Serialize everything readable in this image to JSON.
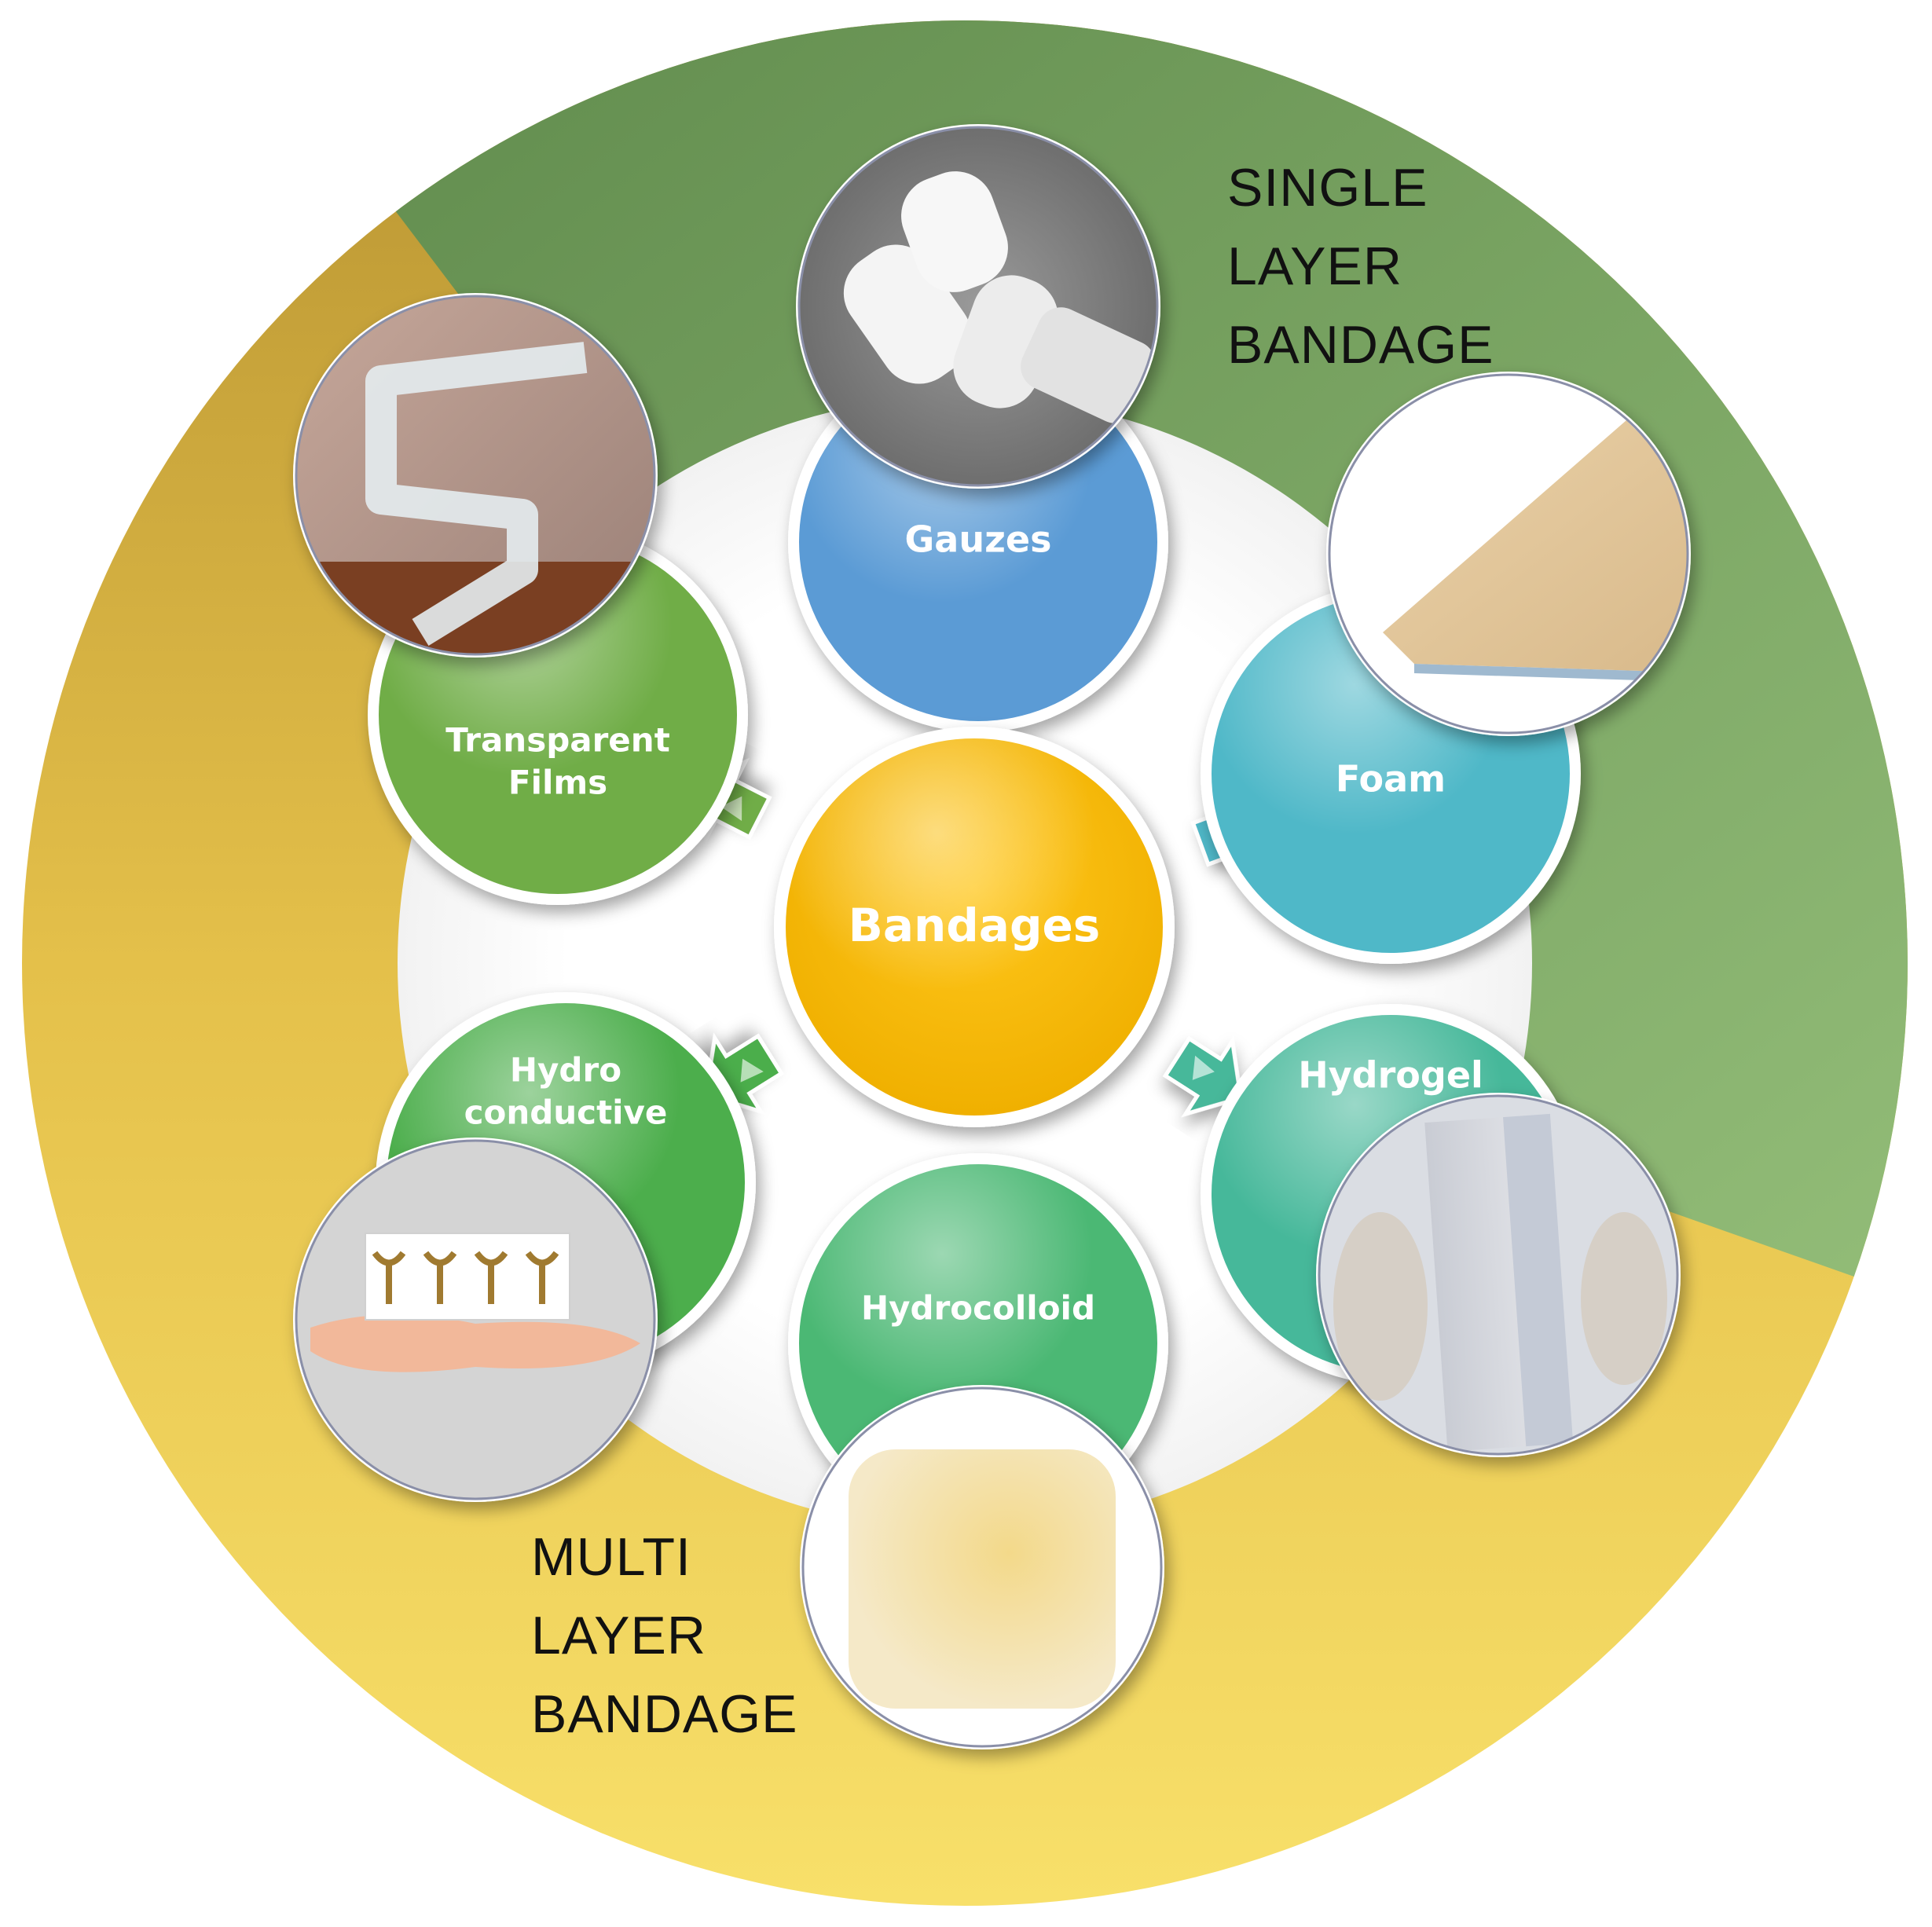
{
  "center": {
    "label": "Bandages"
  },
  "groups": {
    "single": {
      "lines": [
        "SINGLE",
        "LAYER",
        "BANDAGE"
      ]
    },
    "multi": {
      "lines": [
        "MULTI",
        "LAYER",
        "BANDAGE"
      ]
    }
  },
  "nodes": [
    {
      "id": "gauzes",
      "lines": [
        "Gauzes"
      ],
      "color": "#5b9bd5",
      "photo": "gauze-rolls-photo"
    },
    {
      "id": "foam",
      "lines": [
        "Foam"
      ],
      "color": "#4fb8c8",
      "photo": "foam-pad-photo"
    },
    {
      "id": "hydrogel",
      "lines": [
        "Hydrogel"
      ],
      "color": "#46b89a",
      "photo": "hydrogel-sheet-photo"
    },
    {
      "id": "hydrocolloid",
      "lines": [
        "Hydrocolloid"
      ],
      "color": "#4bb874",
      "photo": "hydrocolloid-patch-photo"
    },
    {
      "id": "hydroconductive",
      "lines": [
        "Hydro",
        "conductive"
      ],
      "color": "#4cae4c",
      "photo": "hydroconductive-illustration"
    },
    {
      "id": "transparent-films",
      "lines": [
        "Transparent",
        "Films"
      ],
      "color": "#70ad47",
      "photo": "transparent-film-photo"
    }
  ],
  "colors": {
    "single_band": "#6f9a5c",
    "multi_band": "#e5c24e",
    "hub": "#ffc000"
  }
}
